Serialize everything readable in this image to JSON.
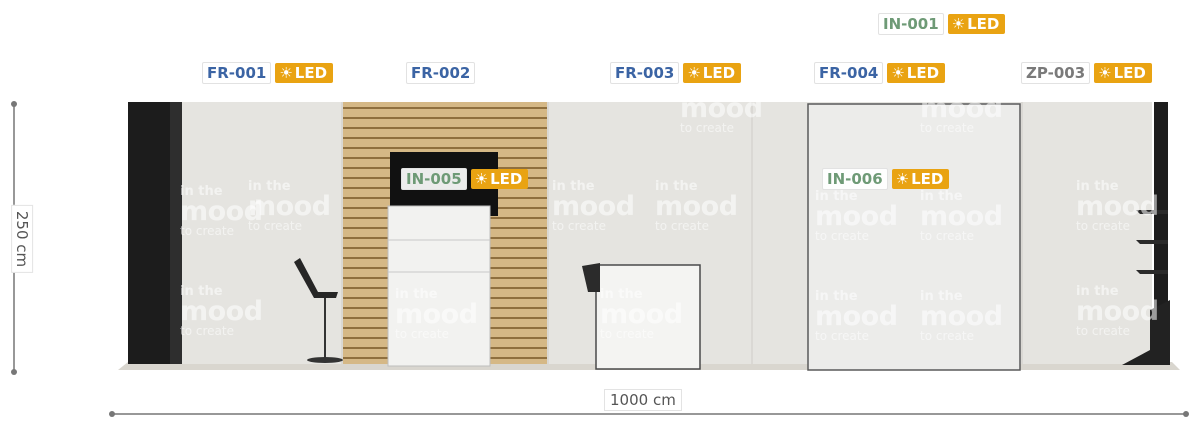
{
  "dimensions": {
    "height_label": "250 cm",
    "width_label": "1000 cm"
  },
  "tags": [
    {
      "code": "FR-001",
      "led": "LED",
      "color": "#3b64a4"
    },
    {
      "code": "FR-002",
      "led": "",
      "color": "#3b64a4"
    },
    {
      "code": "FR-003",
      "led": "LED",
      "color": "#3b64a4"
    },
    {
      "code": "FR-004",
      "led": "LED",
      "color": "#3b64a4"
    },
    {
      "code": "ZP-003",
      "led": "LED",
      "color": "#7a7a7a"
    },
    {
      "code": "IN-001",
      "led": "LED",
      "color": "#6e9a76"
    },
    {
      "code": "IN-005",
      "led": "LED",
      "color": "#6e9a76"
    },
    {
      "code": "IN-006",
      "led": "LED",
      "color": "#6e9a76"
    }
  ],
  "led_icon": "sun-icon",
  "colors": {
    "led_badge": "#e9a312",
    "frame_blue": "#3b64a4",
    "inner_green": "#6e9a76",
    "zone_grey": "#7a7a7a"
  }
}
